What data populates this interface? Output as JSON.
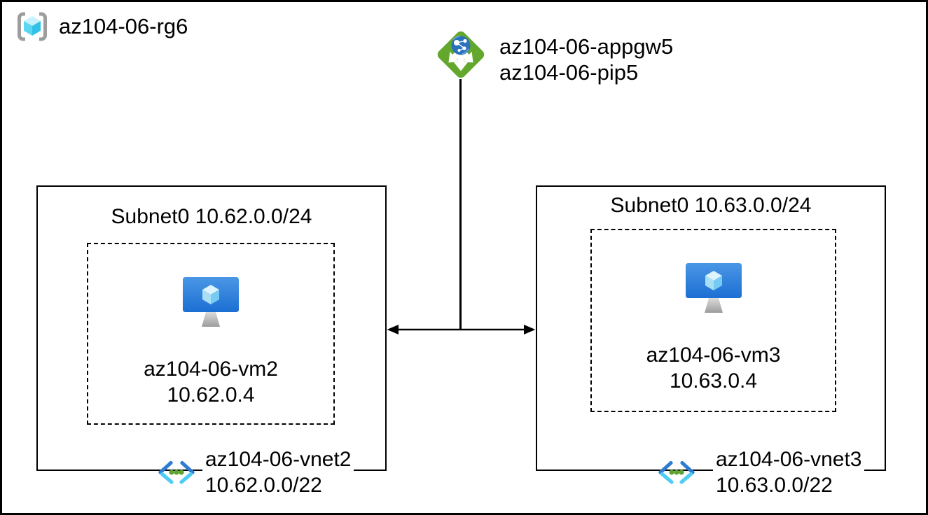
{
  "resource_group": {
    "name": "az104-06-rg6"
  },
  "app_gateway": {
    "name": "az104-06-appgw5",
    "public_ip": "az104-06-pip5"
  },
  "vnets": [
    {
      "subnet": "Subnet0 10.62.0.0/24",
      "vm_name": "az104-06-vm2",
      "vm_ip": "10.62.0.4",
      "name": "az104-06-vnet2",
      "address_space": "10.62.0.0/22"
    },
    {
      "subnet": "Subnet0 10.63.0.0/24",
      "vm_name": "az104-06-vm3",
      "vm_ip": "10.63.0.4",
      "name": "az104-06-vnet3",
      "address_space": "10.63.0.0/22"
    }
  ],
  "icons": {
    "resource_group": "resource-group-brackets-cube-icon",
    "app_gateway": "application-gateway-icon",
    "vm": "virtual-machine-icon",
    "vnet": "virtual-network-icon"
  },
  "colors": {
    "app_gateway_green": "#64a72d",
    "globe_blue": "#2b72bd",
    "vm_screen_top": "#4a97e6",
    "vm_screen_bottom": "#1c6fd3",
    "vnet_chevron_dark": "#2e7cd2",
    "vnet_chevron_light": "#4dcdf6",
    "vnet_dot_green": "#5ca32f",
    "cube_top": "#c8f2fc",
    "cube_left": "#5cd6f2",
    "cube_right": "#32c2e8",
    "bracket_gray": "#9d9d9d",
    "line_black": "#000000"
  }
}
